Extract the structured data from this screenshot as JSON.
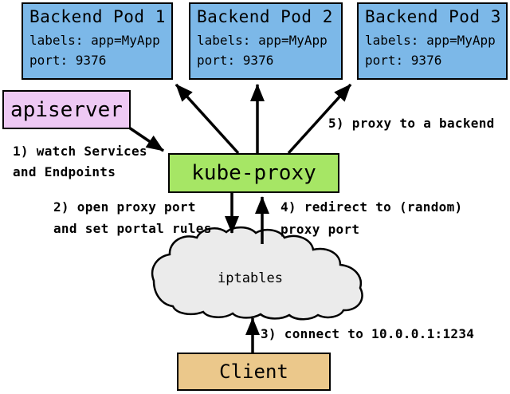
{
  "colors": {
    "pod_fill": "#7cb8e8",
    "apiserver_fill": "#eec9f4",
    "kube_proxy_fill": "#a6e665",
    "iptables_fill": "#ebebeb",
    "client_fill": "#ebc88b",
    "line": "#000000"
  },
  "pods": [
    {
      "title": "Backend Pod 1",
      "labels_line": "labels: app=MyApp",
      "port_line": "port: 9376"
    },
    {
      "title": "Backend Pod 2",
      "labels_line": "labels: app=MyApp",
      "port_line": "port: 9376"
    },
    {
      "title": "Backend Pod 3",
      "labels_line": "labels: app=MyApp",
      "port_line": "port: 9376"
    }
  ],
  "apiserver": {
    "label": "apiserver"
  },
  "kube_proxy": {
    "label": "kube-proxy"
  },
  "iptables": {
    "label": "iptables"
  },
  "client": {
    "label": "Client"
  },
  "annotations": {
    "step1_line1": "1) watch Services",
    "step1_line2": "and Endpoints",
    "step2_line1": "2) open proxy port",
    "step2_line2": "and set portal rules",
    "step3": "3) connect to 10.0.0.1:1234",
    "step4_line1": "4) redirect to (random)",
    "step4_line2": "proxy port",
    "step5": "5) proxy to a backend"
  }
}
